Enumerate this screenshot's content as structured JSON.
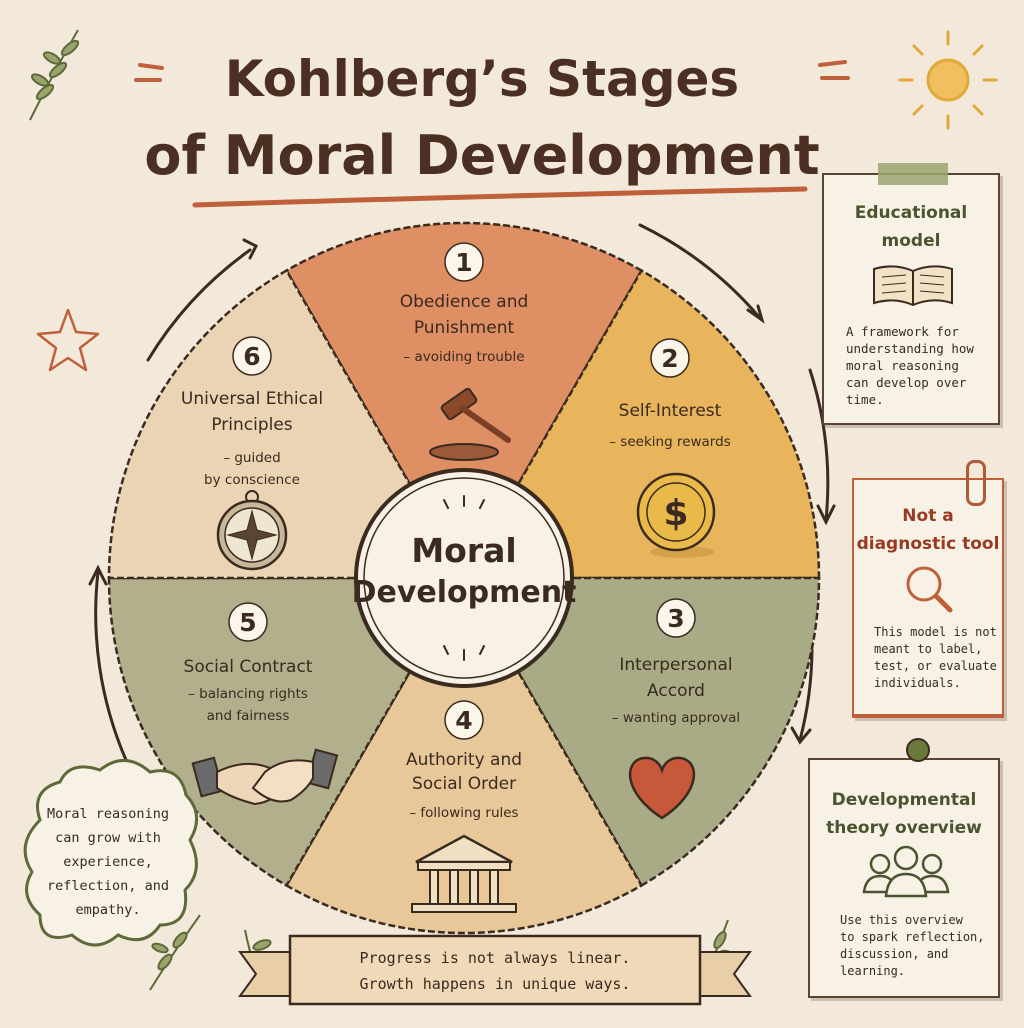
{
  "title": {
    "line1": "Kohlberg’s Stages",
    "line2": "of Moral Development"
  },
  "center": {
    "line1": "Moral",
    "line2": "Development"
  },
  "stages": [
    {
      "num": "1",
      "title1": "Obedience and",
      "title2": "Punishment",
      "desc1": "– avoiding trouble",
      "desc2": "",
      "icon": "gavel-icon",
      "color": "#df8f64"
    },
    {
      "num": "2",
      "title1": "Self-Interest",
      "title2": "",
      "desc1": "– seeking rewards",
      "desc2": "",
      "icon": "coin-icon",
      "color": "#e8b55c"
    },
    {
      "num": "3",
      "title1": "Interpersonal",
      "title2": "Accord",
      "desc1": "– wanting approval",
      "desc2": "",
      "icon": "heart-icon",
      "color": "#a9ab86"
    },
    {
      "num": "4",
      "title1": "Authority and",
      "title2": "Social Order",
      "desc1": "– following rules",
      "desc2": "",
      "icon": "courthouse-icon",
      "color": "#e8c898"
    },
    {
      "num": "5",
      "title1": "Social Contract",
      "title2": "",
      "desc1": "– balancing rights",
      "desc2": "and fairness",
      "icon": "handshake-icon",
      "color": "#b1af8c"
    },
    {
      "num": "6",
      "title1": "Universal Ethical",
      "title2": "Principles",
      "desc1": "– guided",
      "desc2": "by conscience",
      "icon": "compass-icon",
      "color": "#ead4b4"
    }
  ],
  "notes": {
    "educational": {
      "title1": "Educational",
      "title2": "model",
      "body": [
        "A framework for",
        "understanding how",
        "moral reasoning",
        "can develop over",
        "time."
      ],
      "icon": "book-icon"
    },
    "diagnostic": {
      "title1": "Not a",
      "title2": "diagnostic tool",
      "body": [
        "This model is not",
        "meant to label,",
        "test, or evaluate",
        "individuals."
      ],
      "icon": "magnifier-icon"
    },
    "developmental": {
      "title1": "Developmental",
      "title2": "theory overview",
      "body": [
        "Use this overview",
        "to spark reflection,",
        "discussion, and",
        "learning."
      ],
      "icon": "people-icon"
    }
  },
  "cloud": {
    "lines": [
      "Moral reasoning",
      "can grow with",
      "experience,",
      "reflection, and",
      "empathy."
    ]
  },
  "banner": {
    "line1": "Progress is not always linear.",
    "line2": "Growth happens in unique ways."
  },
  "colors": {
    "title": "#4a2f22",
    "underline": "#c0603a",
    "note_heading_green": "#4a5530",
    "note_heading_red": "#9a3a22",
    "ink": "#3a2a20"
  }
}
